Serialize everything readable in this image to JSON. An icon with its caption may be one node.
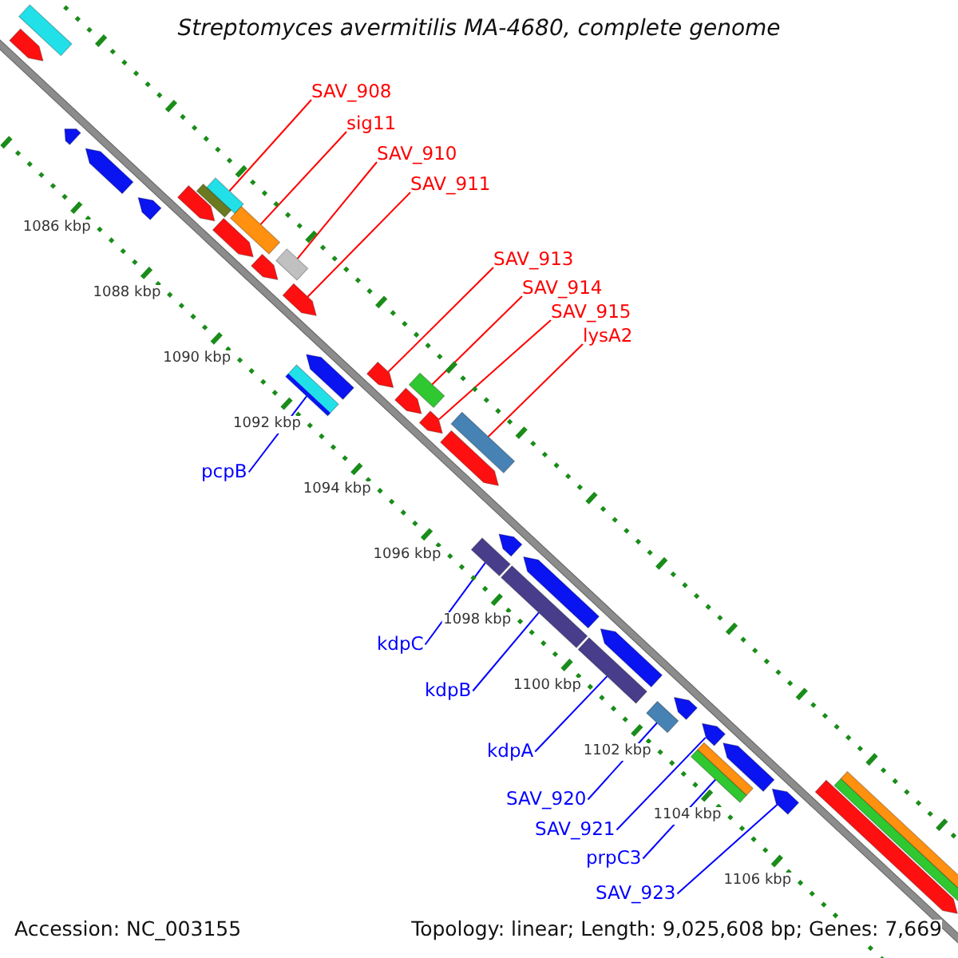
{
  "diagram": {
    "title": "Streptomyces avermitilis MA-4680, complete genome",
    "nodes": [
      {
        "text": [
          "SAV_908"
        ]
      },
      {
        "text": [
          "sig11"
        ]
      },
      {
        "text": [
          "SAV_910"
        ]
      },
      {
        "text": [
          "SAV_911"
        ]
      },
      {
        "text": [
          "SAV_913"
        ]
      },
      {
        "text": [
          "SAV_914"
        ]
      },
      {
        "text": [
          "SAV_915"
        ]
      },
      {
        "text": [
          "lysA2"
        ]
      },
      {
        "text": [
          "pcpB"
        ]
      },
      {
        "text": [
          "kdpC"
        ]
      },
      {
        "text": [
          "kdpB"
        ]
      },
      {
        "text": [
          "kdpA"
        ]
      },
      {
        "text": [
          "SAV_920"
        ]
      },
      {
        "text": [
          "SAV_921"
        ]
      },
      {
        "text": [
          "prpC3"
        ]
      },
      {
        "text": [
          "SAV_923"
        ]
      },
      {
        "text": [],
        "shape": "box"
      },
      {
        "text": [],
        "shape": "arrow"
      },
      {
        "text": [],
        "shape": "arrow"
      },
      {
        "text": [],
        "shape": "arrow"
      },
      {
        "text": [],
        "shape": "arrow"
      },
      {
        "text": [],
        "shape": "arrow"
      },
      {
        "text": [],
        "shape": "box"
      },
      {
        "text": [],
        "shape": "box"
      },
      {
        "text": [],
        "shape": "arrow"
      },
      {
        "text": [],
        "shape": "box"
      },
      {
        "text": [],
        "shape": "arrow"
      },
      {
        "text": [],
        "shape": "box"
      },
      {
        "text": [],
        "shape": "arrow"
      },
      {
        "text": [],
        "shape": "arrow"
      },
      {
        "text": [],
        "shape": "box"
      },
      {
        "text": [],
        "shape": "arrow"
      },
      {
        "text": [],
        "shape": "arrow"
      },
      {
        "text": [],
        "shape": "box"
      },
      {
        "text": [],
        "shape": "arrow"
      },
      {
        "text": [],
        "shape": "box"
      },
      {
        "text": [],
        "shape": "arrow"
      },
      {
        "text": [],
        "shape": "box"
      },
      {
        "text": [],
        "shape": "arrow"
      },
      {
        "text": [],
        "shape": "box"
      },
      {
        "text": [],
        "shape": "arrow"
      },
      {
        "text": [],
        "shape": "box"
      },
      {
        "text": [],
        "shape": "arrow"
      },
      {
        "text": [],
        "shape": "box"
      },
      {
        "text": [],
        "shape": "arrow"
      },
      {
        "text": [],
        "shape": "arrow"
      },
      {
        "text": [],
        "shape": "box"
      },
      {
        "text": [],
        "shape": "box"
      },
      {
        "text": [],
        "shape": "arrow"
      },
      {
        "text": [],
        "shape": "arrow"
      },
      {
        "text": [],
        "shape": "arrow"
      },
      {
        "text": [],
        "shape": "box"
      },
      {
        "text": [],
        "shape": "box"
      }
    ],
    "edges": [
      {
        "from": 0,
        "to": 23,
        "arrow": "none",
        "color": "#ff0000"
      },
      {
        "from": 1,
        "to": 25,
        "arrow": "none",
        "color": "#ff0000"
      },
      {
        "from": 2,
        "to": 27,
        "arrow": "none",
        "color": "#ff0000"
      },
      {
        "from": 3,
        "to": 28,
        "arrow": "none",
        "color": "#ff0000"
      },
      {
        "from": 4,
        "to": 31,
        "arrow": "none",
        "color": "#ff0000"
      },
      {
        "from": 5,
        "to": 33,
        "arrow": "none",
        "color": "#ff0000"
      },
      {
        "from": 6,
        "to": 34,
        "arrow": "none",
        "color": "#ff0000"
      },
      {
        "from": 7,
        "to": 35,
        "arrow": "none",
        "color": "#ff0000"
      },
      {
        "from": 8,
        "to": 30,
        "arrow": "none",
        "color": "#0000ff"
      },
      {
        "from": 9,
        "to": 37,
        "arrow": "none",
        "color": "#0000ff"
      },
      {
        "from": 10,
        "to": 39,
        "arrow": "none",
        "color": "#0000ff"
      },
      {
        "from": 11,
        "to": 41,
        "arrow": "none",
        "color": "#0000ff"
      },
      {
        "from": 12,
        "to": 43,
        "arrow": "none",
        "color": "#0000ff"
      },
      {
        "from": 13,
        "to": 45,
        "arrow": "none",
        "color": "#0000ff"
      },
      {
        "from": 14,
        "to": 47,
        "arrow": "none",
        "color": "#0000ff"
      },
      {
        "from": 15,
        "to": 49,
        "arrow": "none",
        "color": "#0000ff"
      }
    ],
    "labels": [
      "1086 kbp",
      "1088 kbp",
      "1090 kbp",
      "1092 kbp",
      "1094 kbp",
      "1096 kbp",
      "1098 kbp",
      "1100 kbp",
      "1102 kbp",
      "1104 kbp",
      "1106 kbp",
      "Accession: NC_003155",
      "Topology: linear; Length: 9,025,608 bp; Genes: 7,669"
    ]
  }
}
